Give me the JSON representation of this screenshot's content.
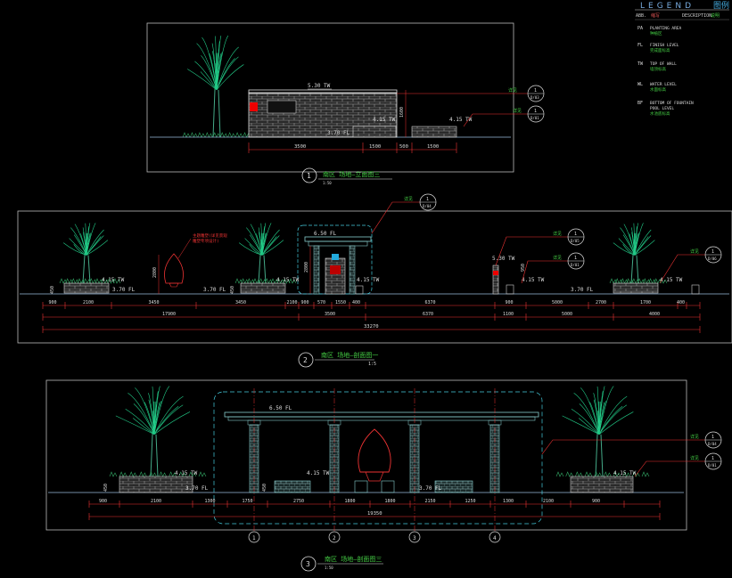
{
  "legend": {
    "title": "LEGEND",
    "title_cn": "图例",
    "head_code": "ABB.",
    "head_code_cn": "缩写",
    "head_desc": "DESCRIPTION",
    "head_desc_cn": "说明",
    "items": [
      {
        "code": "PA",
        "desc": "PLANTING AREA",
        "desc_cn": "种植区"
      },
      {
        "code": "FL",
        "desc": "FINISH LEVEL",
        "desc_cn": "完成面标高"
      },
      {
        "code": "TW",
        "desc": "TOP OF WALL",
        "desc_cn": "墙顶标高"
      },
      {
        "code": "WL",
        "desc": "WATER LEVEL",
        "desc_cn": "水面标高"
      },
      {
        "code": "BF",
        "desc": "BOTTOM OF FOUNTAIN",
        "desc2": "POOL LEVEL",
        "desc_cn": "水池底标高"
      }
    ]
  },
  "elev1": {
    "levels": [
      "5.30 TW",
      "4.15 TW",
      "4.15 TW",
      "3.70 FL"
    ],
    "dims": [
      "3500",
      "1500",
      "500",
      "1500"
    ],
    "height": "1600",
    "callouts": [
      {
        "label": "详见",
        "num": "1",
        "sheet": "D/03"
      },
      {
        "label": "详见",
        "num": "1",
        "sheet": "D/01"
      }
    ],
    "title_num": "1",
    "title": "南区 场地—立面图三",
    "scale": "1:50"
  },
  "elev2": {
    "levels": [
      "6.50 FL",
      "5.30 TW",
      "4.15 TW",
      "4.15 TW",
      "4.15 TW",
      "4.15 TW",
      "4.15 TW",
      "3.70 FL",
      "3.70 FL",
      "3.70 FL"
    ],
    "sculpture_note": "主题雕塑(详见景观",
    "sculpture_note2": "雕塑专项设计)",
    "dims_top": [
      "900",
      "2100",
      "3450",
      "3450",
      "2100",
      "900",
      "570",
      "1550",
      "400",
      "6370",
      "900",
      "5000",
      "2700",
      "1700",
      "400"
    ],
    "dims_mid": [
      "17900",
      "3500",
      "6370",
      "1100",
      "5000",
      "4000"
    ],
    "dims_total": "33270",
    "heights": [
      "2800",
      "2800",
      "450",
      "450",
      "950"
    ],
    "callouts": [
      {
        "label": "详见",
        "num": "1",
        "sheet": "D/04"
      },
      {
        "label": "详见",
        "num": "1",
        "sheet": "D/05"
      },
      {
        "label": "详见",
        "num": "1",
        "sheet": "D/01"
      },
      {
        "label": "详见",
        "num": "1",
        "sheet": "D/06"
      }
    ],
    "title_num": "2",
    "title": "南区 场地—剖面图一",
    "scale": "1:5"
  },
  "elev3": {
    "levels": [
      "6.50 FL",
      "4.15 TW",
      "4.15 TW",
      "4.15 TW",
      "3.70 FL",
      "3.70 FL"
    ],
    "dims": [
      "900",
      "2100",
      "1300",
      "1750",
      "2750",
      "1800",
      "1800",
      "2150",
      "1250",
      "1300",
      "2100",
      "900"
    ],
    "dims_total": "19350",
    "heights": [
      "450",
      "450"
    ],
    "axes": [
      "1",
      "2",
      "3",
      "4"
    ],
    "callouts": [
      {
        "label": "详见",
        "num": "1",
        "sheet": "D/04"
      },
      {
        "label": "详见",
        "num": "1",
        "sheet": "D/01"
      }
    ],
    "title_num": "3",
    "title": "南区 场地—剖面图三",
    "scale": "1:50"
  }
}
